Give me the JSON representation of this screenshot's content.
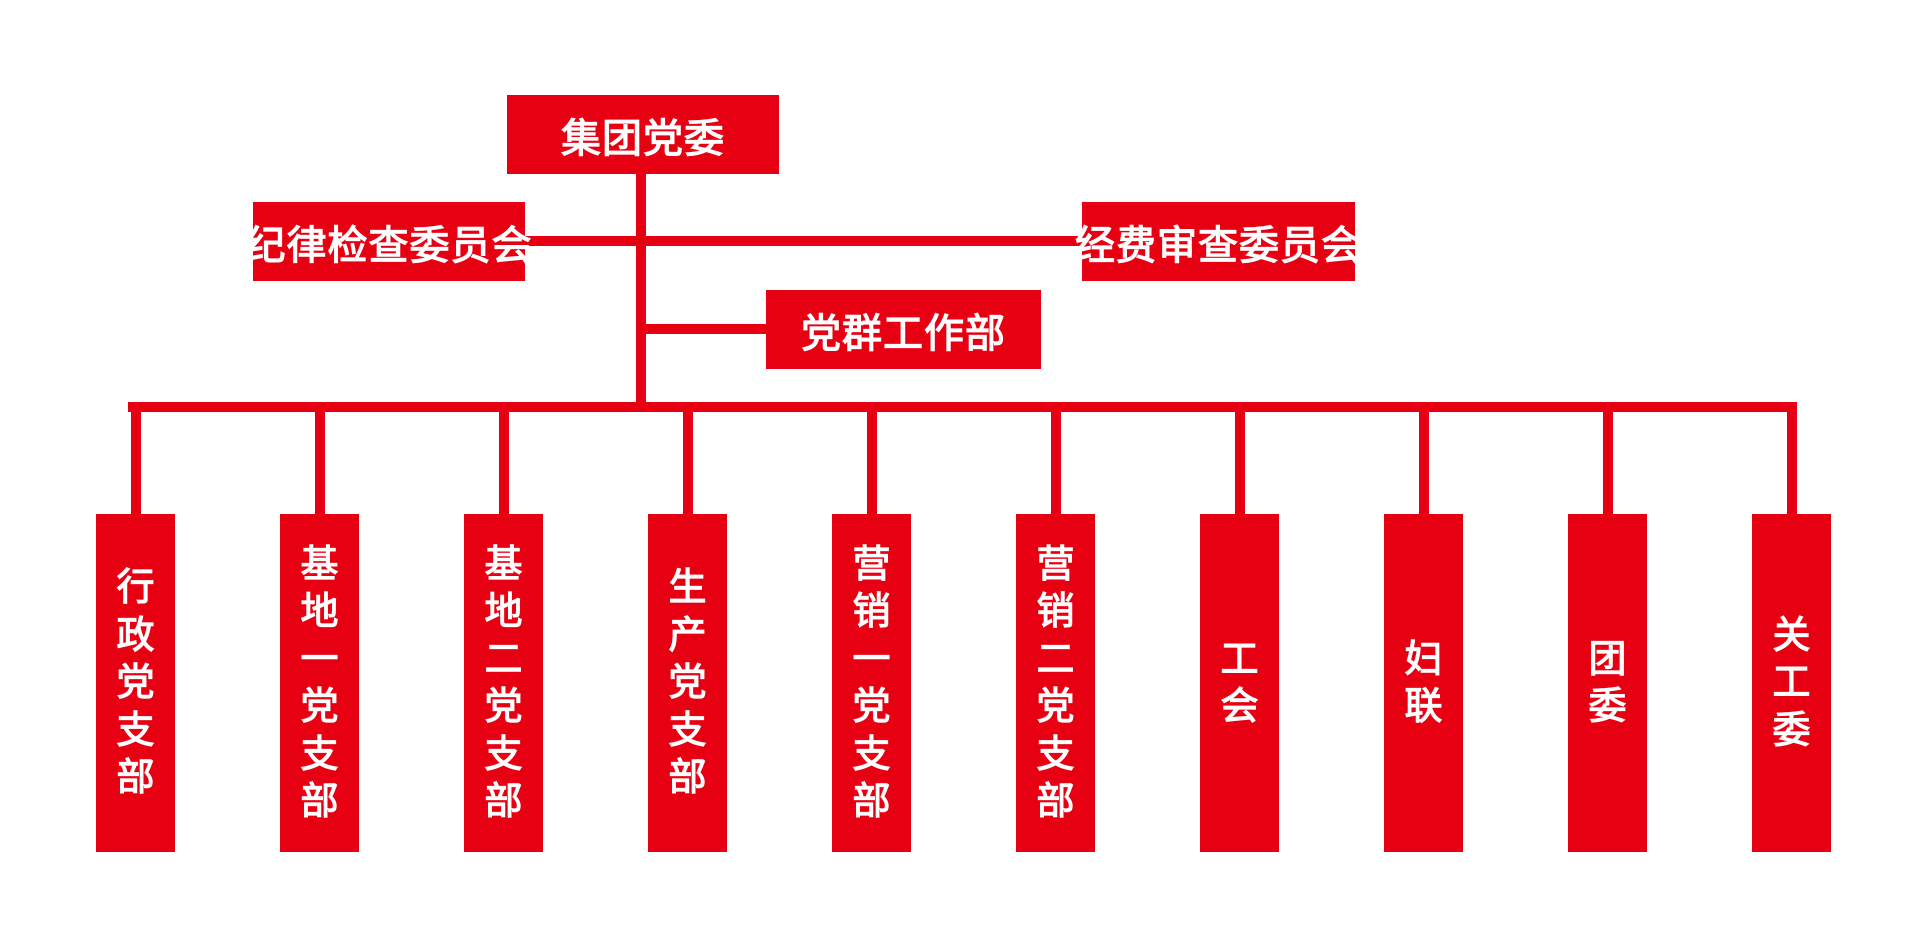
{
  "colors": {
    "accent": "#e60012",
    "text": "#ffffff",
    "background": "#ffffff"
  },
  "top": {
    "label": "集团党委"
  },
  "side_left": {
    "label": "纪律检查委员会"
  },
  "side_right": {
    "label": "经费审查委员会"
  },
  "middle": {
    "label": "党群工作部"
  },
  "branches": [
    {
      "label": "行政党支部"
    },
    {
      "label": "基地一党支部"
    },
    {
      "label": "基地二党支部"
    },
    {
      "label": "生产党支部"
    },
    {
      "label": "营销一党支部"
    },
    {
      "label": "营销二党支部"
    },
    {
      "label": "工会"
    },
    {
      "label": "妇联"
    },
    {
      "label": "团委"
    },
    {
      "label": "关工委"
    }
  ]
}
